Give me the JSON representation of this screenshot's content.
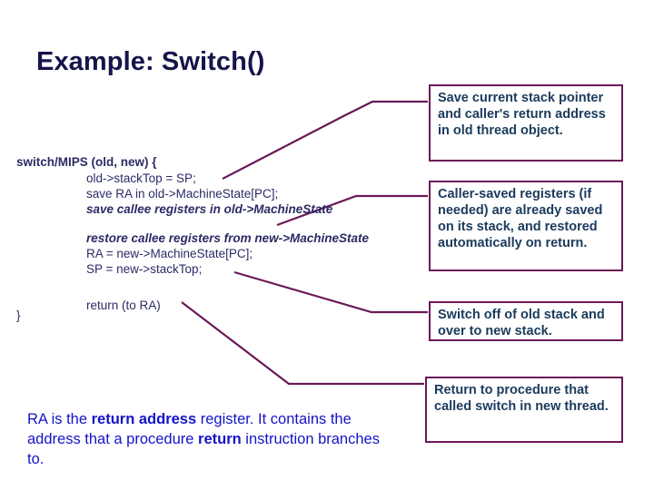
{
  "slide": {
    "title": "Example: Switch()",
    "background_color": "#ffffff",
    "title_color": "#16144a",
    "callout_border_color": "#6a1857",
    "callout_text_color": "#1b3a5c",
    "code_text_color": "#2b2b66",
    "note_text_color": "#1414c8"
  },
  "code": {
    "signature": "switch/MIPS (old, new) {",
    "line1": "old->stackTop = SP;",
    "line2": "save RA in old->MachineState[PC];",
    "line3": "save callee registers in old->MachineState",
    "line4": "restore callee registers from new->MachineState",
    "line5": "RA = new->MachineState[PC];",
    "line6": "SP = new->stackTop;",
    "return_line": "return (to RA)",
    "closing_brace": "}"
  },
  "callouts": [
    {
      "id": "save-state",
      "text_before": "Save current stack pointer and caller's return address in ",
      "emphasis": "old",
      "text_after": " thread object."
    },
    {
      "id": "caller-saved",
      "text_before": "Caller-saved registers (if needed) are already saved on its stack, and restored automatically on return.",
      "emphasis": "",
      "text_after": ""
    },
    {
      "id": "switch-stacks",
      "text_before": "Switch off of ",
      "emphasis": "old",
      "text_middle": " stack and over to ",
      "emphasis2": "new",
      "text_after": " stack."
    },
    {
      "id": "return-new-thread",
      "text_before": "Return to procedure that called switch in ",
      "emphasis": "new",
      "text_after": " thread."
    }
  ],
  "bottom_note": {
    "part1": "RA is the ",
    "bold1": "return address",
    "part2": " register.  It contains the address that a procedure ",
    "bold2": "return",
    "part3": " instruction branches to."
  }
}
